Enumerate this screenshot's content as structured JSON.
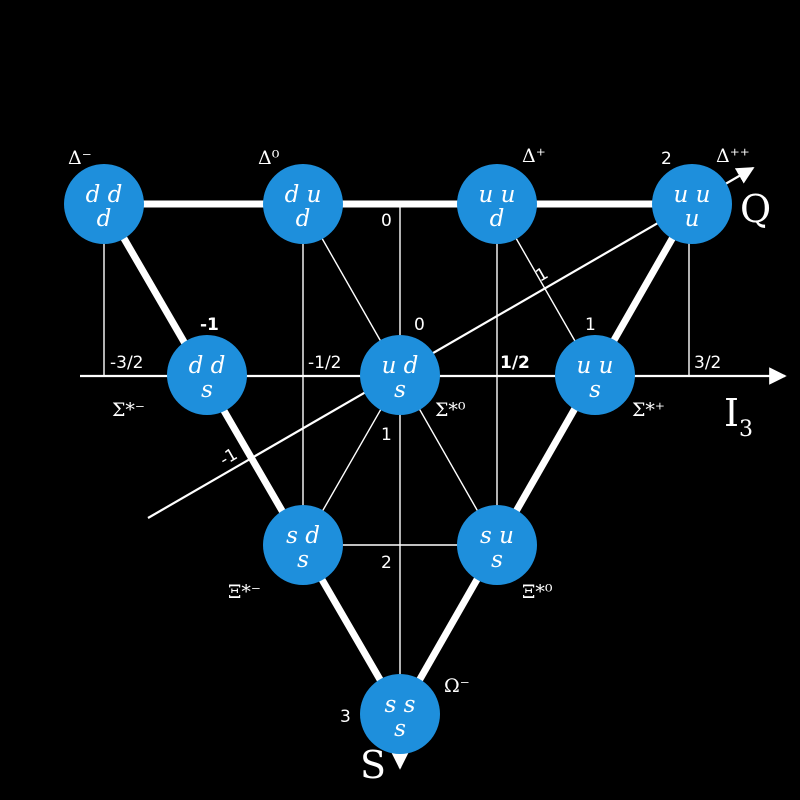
{
  "colors": {
    "background": "#000000",
    "node": "#1e8fdc",
    "lines": "#ffffff"
  },
  "axes": {
    "i3_label": "I",
    "i3_subscript": "3",
    "q_label": "Q",
    "s_label": "S"
  },
  "particles": [
    {
      "id": "delta-minus",
      "name": "Δ⁻",
      "top": "dd",
      "bottom": "d"
    },
    {
      "id": "delta-zero",
      "name": "Δ⁰",
      "top": "du",
      "bottom": "d"
    },
    {
      "id": "delta-plus",
      "name": "Δ⁺",
      "top": "uu",
      "bottom": "d"
    },
    {
      "id": "delta-plusplus",
      "name": "Δ⁺⁺",
      "top": "uu",
      "bottom": "u"
    },
    {
      "id": "sigma-star-minus",
      "name": "Σ*⁻",
      "top": "dd",
      "bottom": "s"
    },
    {
      "id": "sigma-star-zero",
      "name": "Σ*⁰",
      "top": "ud",
      "bottom": "s"
    },
    {
      "id": "sigma-star-plus",
      "name": "Σ*⁺",
      "top": "uu",
      "bottom": "s"
    },
    {
      "id": "xi-star-minus",
      "name": "Ξ*⁻",
      "top": "sd",
      "bottom": "s"
    },
    {
      "id": "xi-star-zero",
      "name": "Ξ*⁰",
      "top": "su",
      "bottom": "s"
    },
    {
      "id": "omega-minus",
      "name": "Ω⁻",
      "top": "ss",
      "bottom": "s"
    }
  ],
  "i3_ticks": [
    "-3/2",
    "-1/2",
    "1/2",
    "3/2"
  ],
  "q_ticks": [
    "-1",
    "0",
    "1",
    "2"
  ],
  "q_axis_tick_near_line": [
    "-1",
    "1"
  ],
  "s_ticks": [
    "0",
    "1",
    "2",
    "3"
  ]
}
